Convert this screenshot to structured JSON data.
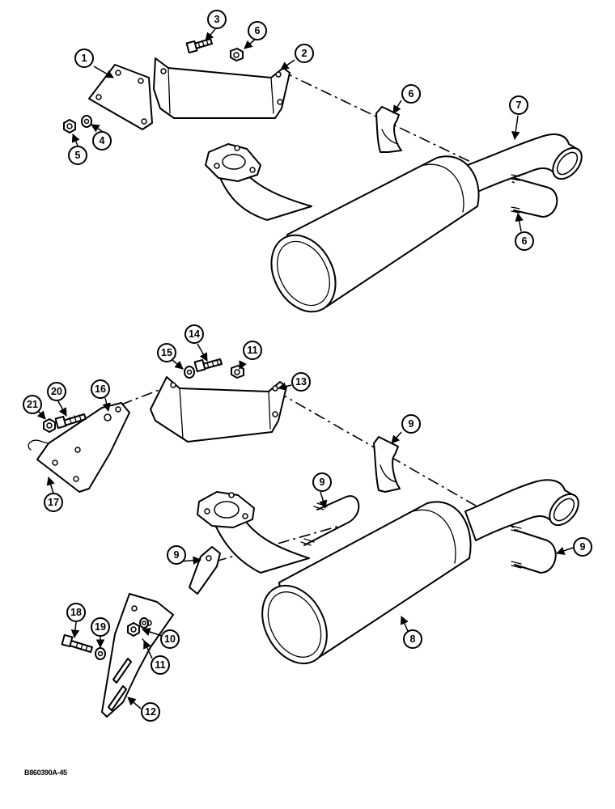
{
  "figure": {
    "code": "B860390A-45"
  },
  "callouts": [
    "1",
    "2",
    "3",
    "4",
    "5",
    "6",
    "6",
    "6",
    "7",
    "8",
    "9",
    "9",
    "9",
    "9",
    "10",
    "11",
    "11",
    "12",
    "13",
    "14",
    "15",
    "16",
    "17",
    "18",
    "19",
    "20",
    "21"
  ]
}
